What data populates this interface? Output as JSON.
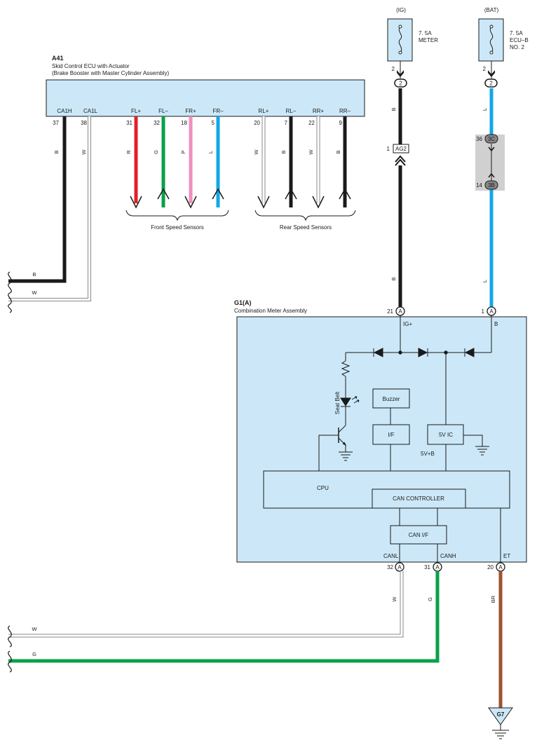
{
  "colors": {
    "box_fill": "#cce8f8",
    "black": "#1a1a1a",
    "white_wire": "#ffffff",
    "red": "#e0202a",
    "green": "#0aa04a",
    "pink": "#ee8fbf",
    "blue": "#12a8e6",
    "brown": "#a0522d",
    "gray": "#d0d0d0"
  },
  "fuses": {
    "ig": {
      "supply": "(IG)",
      "rating": "7. 5A",
      "name": "METER",
      "pin": "2"
    },
    "bat": {
      "supply": "(BAT)",
      "rating": "7. 5A",
      "name1": "ECU–B",
      "name2": "NO. 2",
      "pin": "2"
    }
  },
  "skid_ecu": {
    "code": "A41",
    "name": "Skid Control ECU with Actuator",
    "subname": "(Brake Booster with Master Cylinder Assembly)",
    "terminals": [
      {
        "label": "CA1H",
        "pin": "37",
        "wire": "B"
      },
      {
        "label": "CA1L",
        "pin": "38",
        "wire": "W"
      },
      {
        "label": "FL+",
        "pin": "31",
        "wire": "R"
      },
      {
        "label": "FL–",
        "pin": "32",
        "wire": "G"
      },
      {
        "label": "FR+",
        "pin": "18",
        "wire": "P"
      },
      {
        "label": "FR–",
        "pin": "5",
        "wire": "L"
      },
      {
        "label": "RL+",
        "pin": "20",
        "wire": "W"
      },
      {
        "label": "RL–",
        "pin": "7",
        "wire": "B"
      },
      {
        "label": "RR+",
        "pin": "22",
        "wire": "W"
      },
      {
        "label": "RR–",
        "pin": "9",
        "wire": "B"
      }
    ],
    "front_sensors": "Front Speed Sensors",
    "rear_sensors": "Rear Speed Sensors"
  },
  "left_wires": {
    "b": "B",
    "w1": "W",
    "w2": "W",
    "g": "G"
  },
  "connectors": {
    "ag2": {
      "pin": "1",
      "label": "AG2"
    },
    "c3c": {
      "pin": "36",
      "label": "3C"
    },
    "c3b": {
      "pin": "14",
      "label": "3B"
    },
    "ig_upper": "B",
    "ig_lower": "B",
    "bat_upper": "L",
    "bat_lower": "L"
  },
  "meter": {
    "code": "G1(A)",
    "name": "Combination Meter Assembly",
    "pin_ig": "21",
    "pin_b": "1",
    "conn": "A",
    "label_ig": "IG+",
    "label_b": "B",
    "seat_belt": "Seat Belt",
    "buzzer": "Buzzer",
    "if": "I/F",
    "ic5v": "5V IC",
    "v5b": "5V+B",
    "cpu": "CPU",
    "can_controller": "CAN CONTROLLER",
    "can_if": "CAN I/F",
    "canl": "CANL",
    "canh": "CANH",
    "et": "ET",
    "pin_canl": "32",
    "pin_canh": "31",
    "pin_et": "20"
  },
  "bottom_wires": {
    "canl": "W",
    "canh": "G",
    "et": "BR"
  },
  "ground": "G7"
}
